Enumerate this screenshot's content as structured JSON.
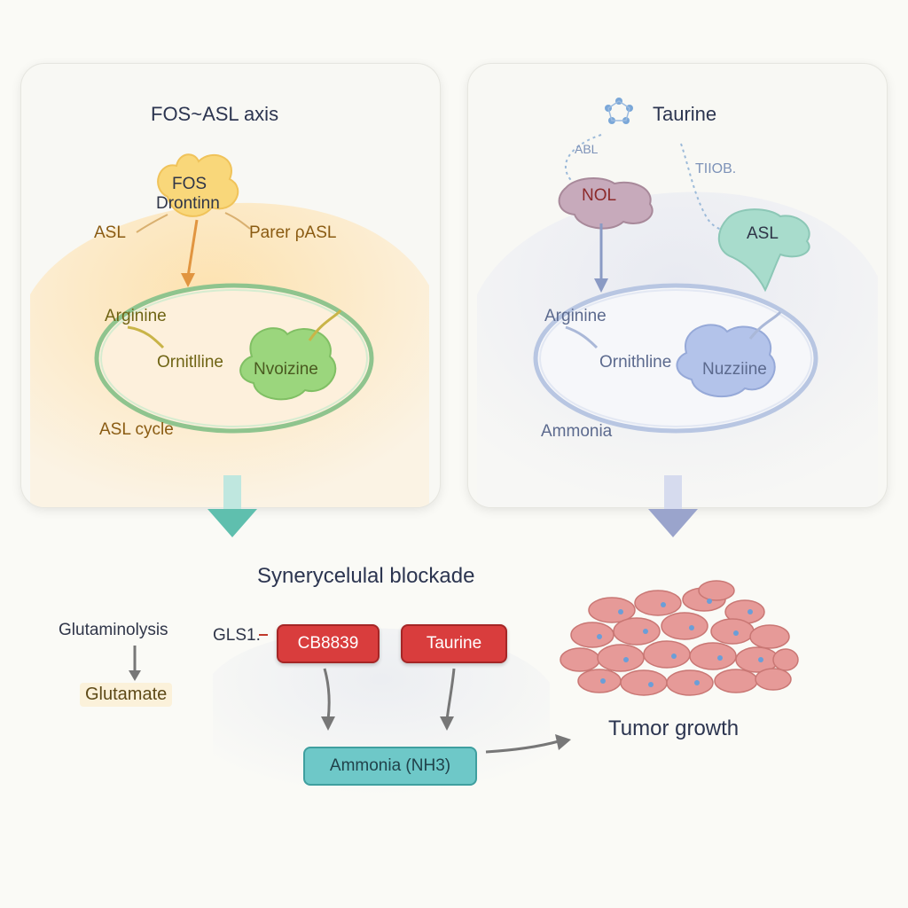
{
  "left_panel": {
    "title": "FOS~ASL axis",
    "blob_line1": "FOS",
    "blob_line2": "Drontinn",
    "asl": "ASL",
    "parer": "Parer ρASL",
    "arginine": "Arginine",
    "ornithine": "Ornitlline",
    "nucleus": "Nvoizine",
    "cycle": "ASL cycle"
  },
  "right_panel": {
    "title": "Taurine",
    "small_label_1": "ABL",
    "small_label_2": "TIIOB.",
    "nol": "NOL",
    "asl": "ASL",
    "arginine": "Arginine",
    "ornithine": "Ornithline",
    "nucleus": "Nuzziine",
    "ammonia": "Ammonia"
  },
  "bottom": {
    "title": "Synerycelulal blockade",
    "glutaminolysis": "Glutaminolysis",
    "glutamate": "Glutamate",
    "gls1": "GLS1.",
    "cb839": "CB8839",
    "taurine": "Taurine",
    "ammonia": "Ammonia (NH3)",
    "tumor": "Tumor growth"
  },
  "colors": {
    "left_arrow": "#5fbfae",
    "right_arrow": "#9aa4cc",
    "red": "#d93d3d",
    "teal": "#6ec8c8",
    "tumor_cell": "#e69a98"
  }
}
